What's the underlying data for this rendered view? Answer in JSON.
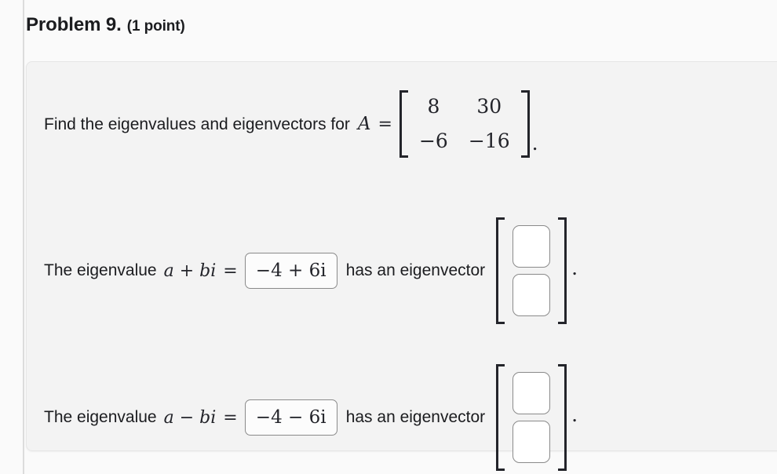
{
  "page": {
    "background_color": "#fafafa",
    "card_background_color": "#f3f3f3",
    "accent_text_color": "#1b1c1f"
  },
  "header": {
    "title": "Problem 9.",
    "points": "(1 point)"
  },
  "problem": {
    "statement_lead": "Find the eigenvalues and eigenvectors for",
    "matrix_symbol": "A",
    "equals": "=",
    "matrix": {
      "rows": [
        [
          "8",
          "30"
        ],
        [
          "−6",
          "−16"
        ]
      ]
    },
    "trailing_period": "."
  },
  "eigen_rows": [
    {
      "label": "The eigenvalue",
      "symbol": "a + bi",
      "equals": "=",
      "answer_value": "−4 + 6i",
      "answer_placeholder": "",
      "after_text": "has an eigenvector",
      "vector": {
        "top_value": "",
        "bottom_value": "",
        "top_placeholder": "",
        "bottom_placeholder": ""
      },
      "trailing_period": "."
    },
    {
      "label": "The eigenvalue",
      "symbol": "a − bi",
      "equals": "=",
      "answer_value": "−4 − 6i",
      "answer_placeholder": "",
      "after_text": "has an eigenvector",
      "vector": {
        "top_value": "",
        "bottom_value": "",
        "top_placeholder": "",
        "bottom_placeholder": ""
      },
      "trailing_period": "."
    }
  ]
}
